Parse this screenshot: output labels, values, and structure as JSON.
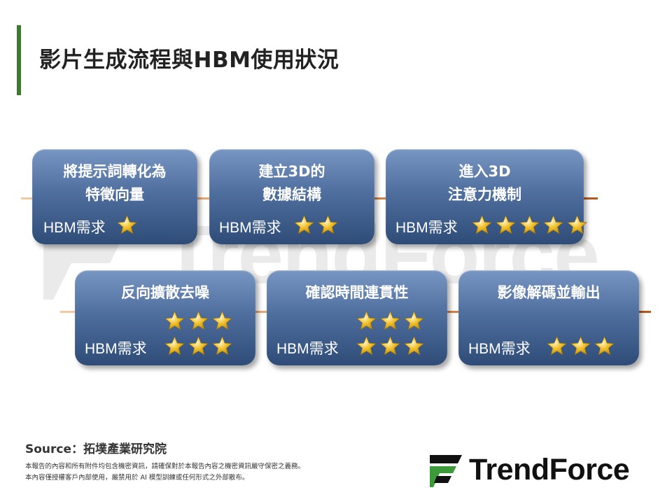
{
  "title": "影片生成流程與HBM使用狀況",
  "watermark_text": "TrendForce",
  "requirement_label": "HBM需求",
  "steps": [
    {
      "title_line1": "將提示詞轉化為",
      "title_line2": "特徵向量",
      "hbm_stars": 1
    },
    {
      "title_line1": "建立3D的",
      "title_line2": "數據結構",
      "hbm_stars": 2
    },
    {
      "title_line1": "進入3D",
      "title_line2": "注意力機制",
      "hbm_stars": 5
    },
    {
      "title_line1": "反向擴散去噪",
      "title_line2": "",
      "hbm_stars": 6
    },
    {
      "title_line1": "確認時間連貫性",
      "title_line2": "",
      "hbm_stars": 6
    },
    {
      "title_line1": "影像解碼並輸出",
      "title_line2": "",
      "hbm_stars": 3
    }
  ],
  "source": "Source：拓墣產業研究院",
  "disclaimer_line1": "本報告的內容和所有附件均包含機密資訊，請確保對於本報告內容之機密資訊嚴守保密之義務。",
  "disclaimer_line2": "本內容僅授權客戶內部使用，嚴禁用於 AI 模型訓練或任何形式之外部散布。",
  "logo_text": "TrendForce",
  "colors": {
    "accent": "#3d7a2f",
    "card_top": "#7896c2",
    "card_bottom": "#2f4c78",
    "star": "#f2c12e",
    "line_light": "#f3c9a0",
    "line_dark": "#b8581a"
  }
}
